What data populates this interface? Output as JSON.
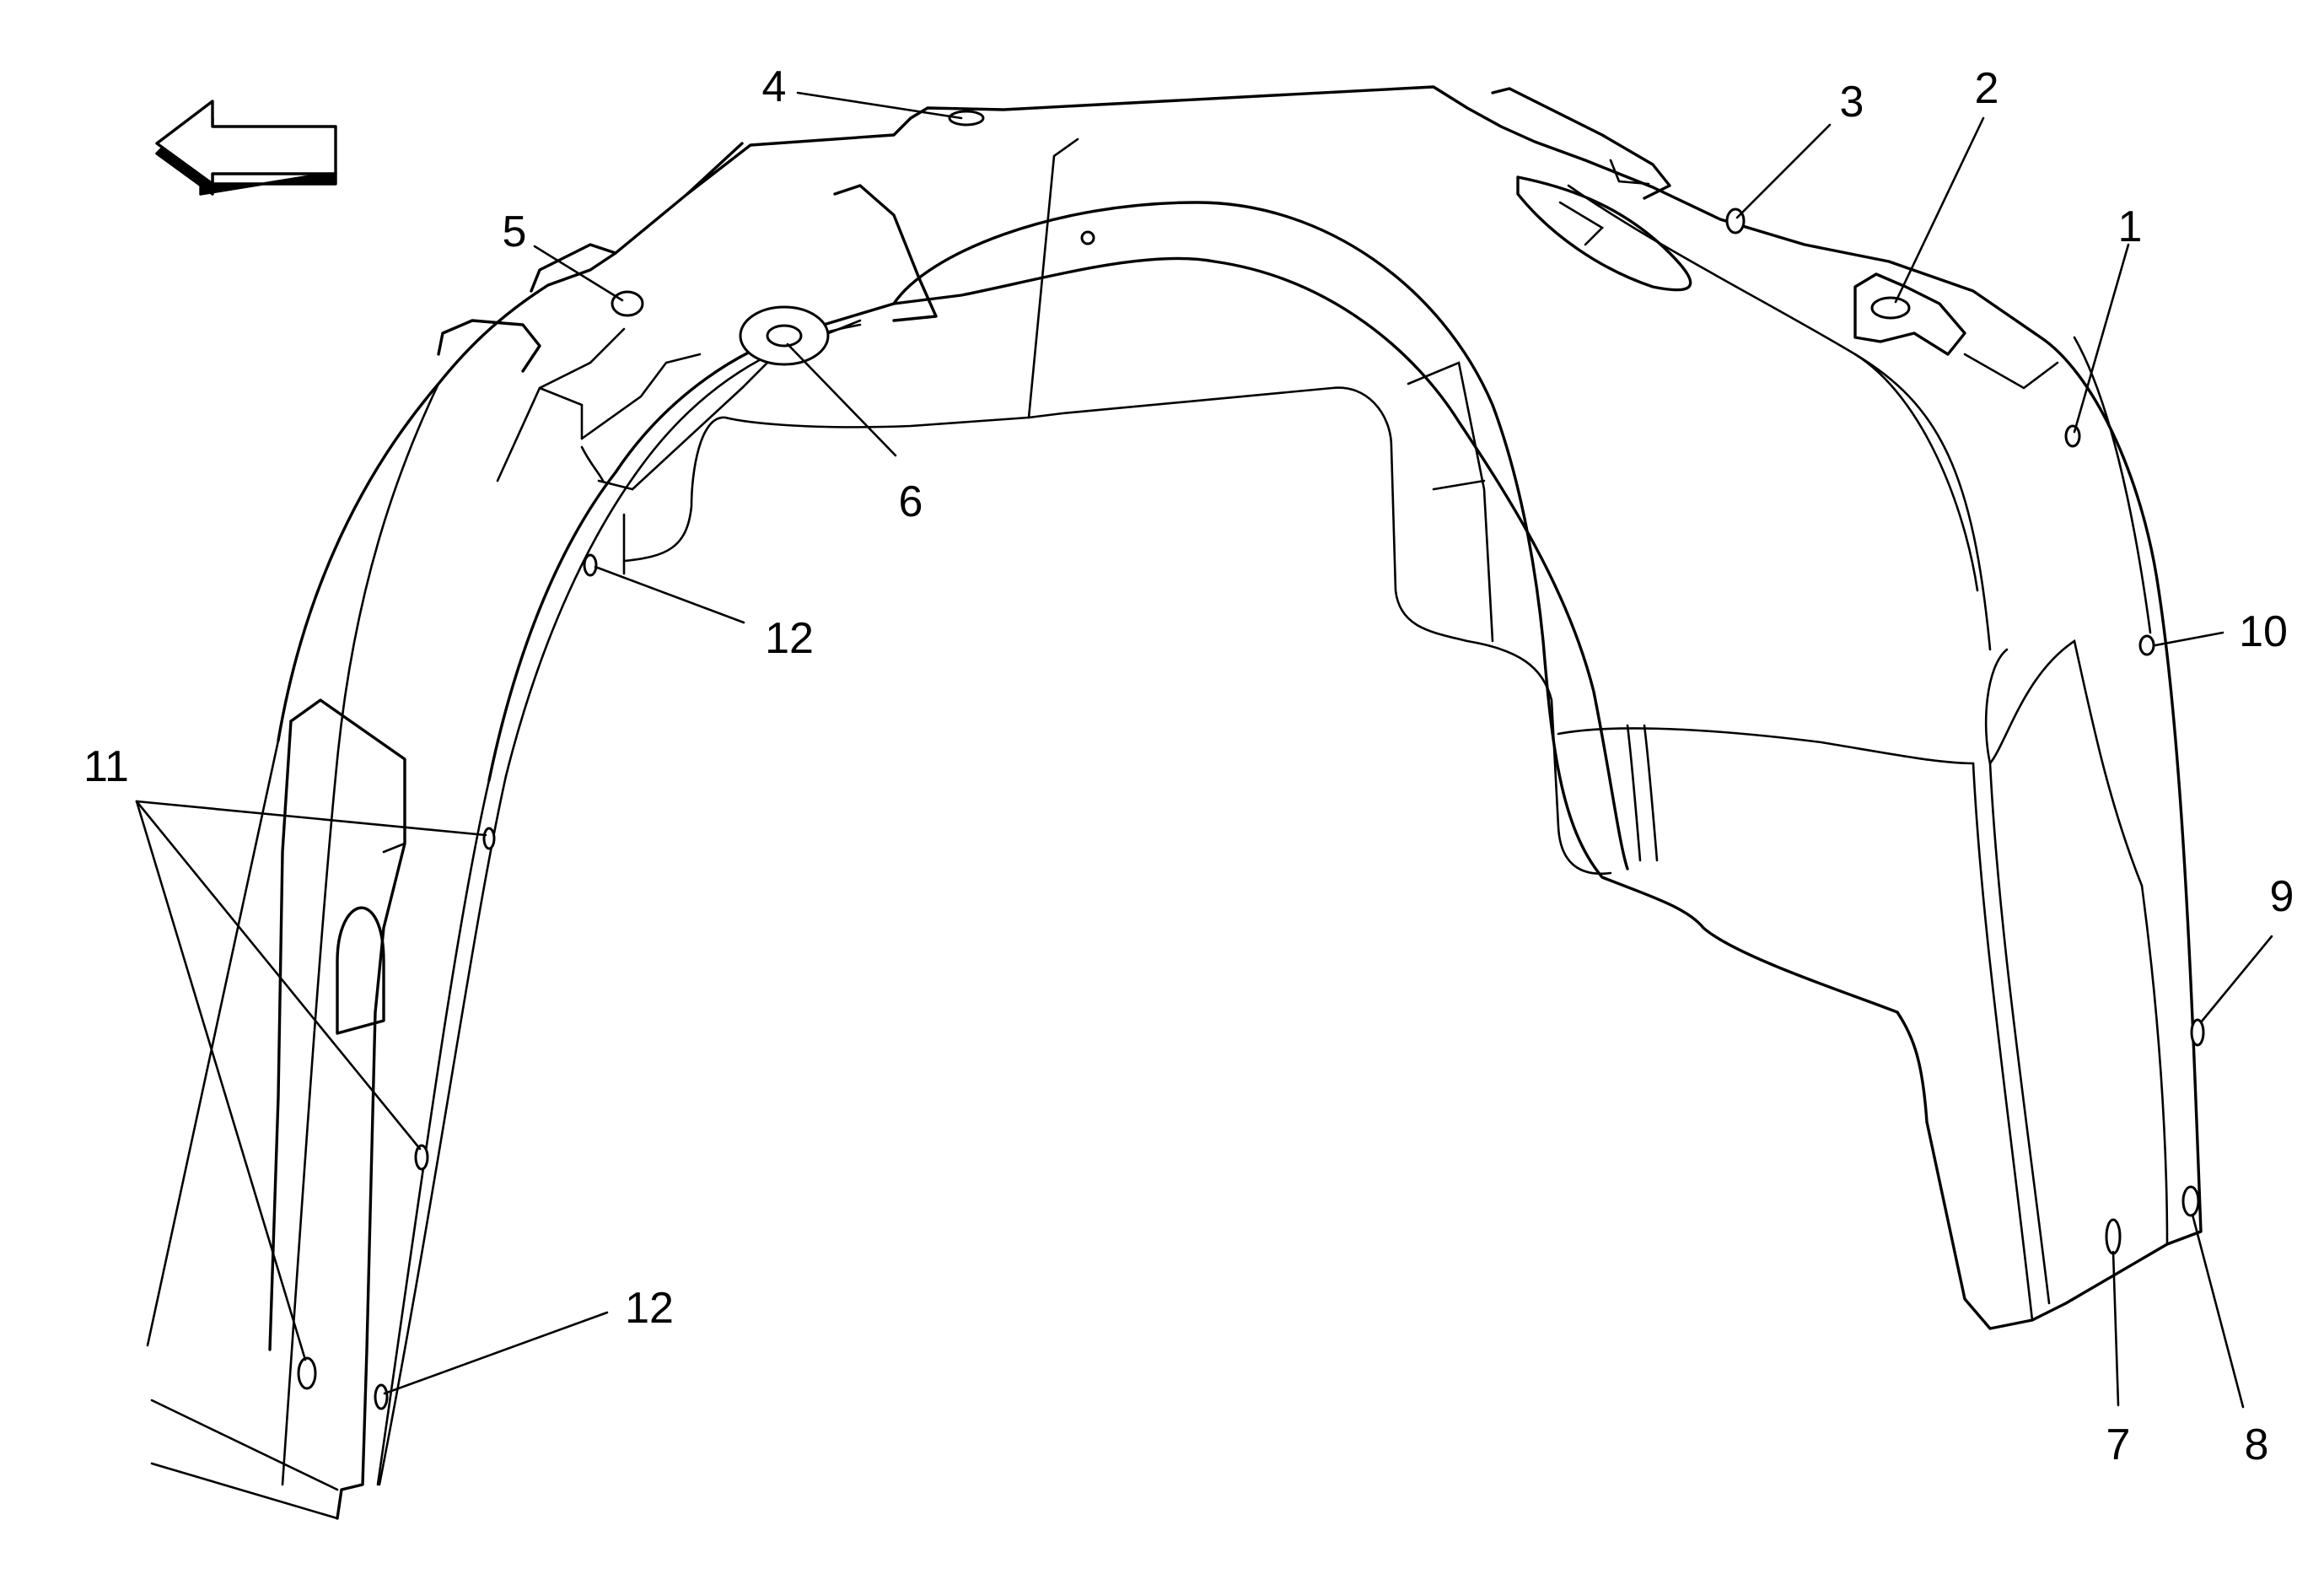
{
  "callouts": {
    "c1": "1",
    "c2": "2",
    "c3": "3",
    "c4": "4",
    "c5": "5",
    "c6": "6",
    "c7": "7",
    "c8": "8",
    "c9": "9",
    "c10": "10",
    "c11": "11",
    "c12a": "12",
    "c12b": "12"
  },
  "icons": {
    "direction_arrow": "arrow-left-icon"
  }
}
